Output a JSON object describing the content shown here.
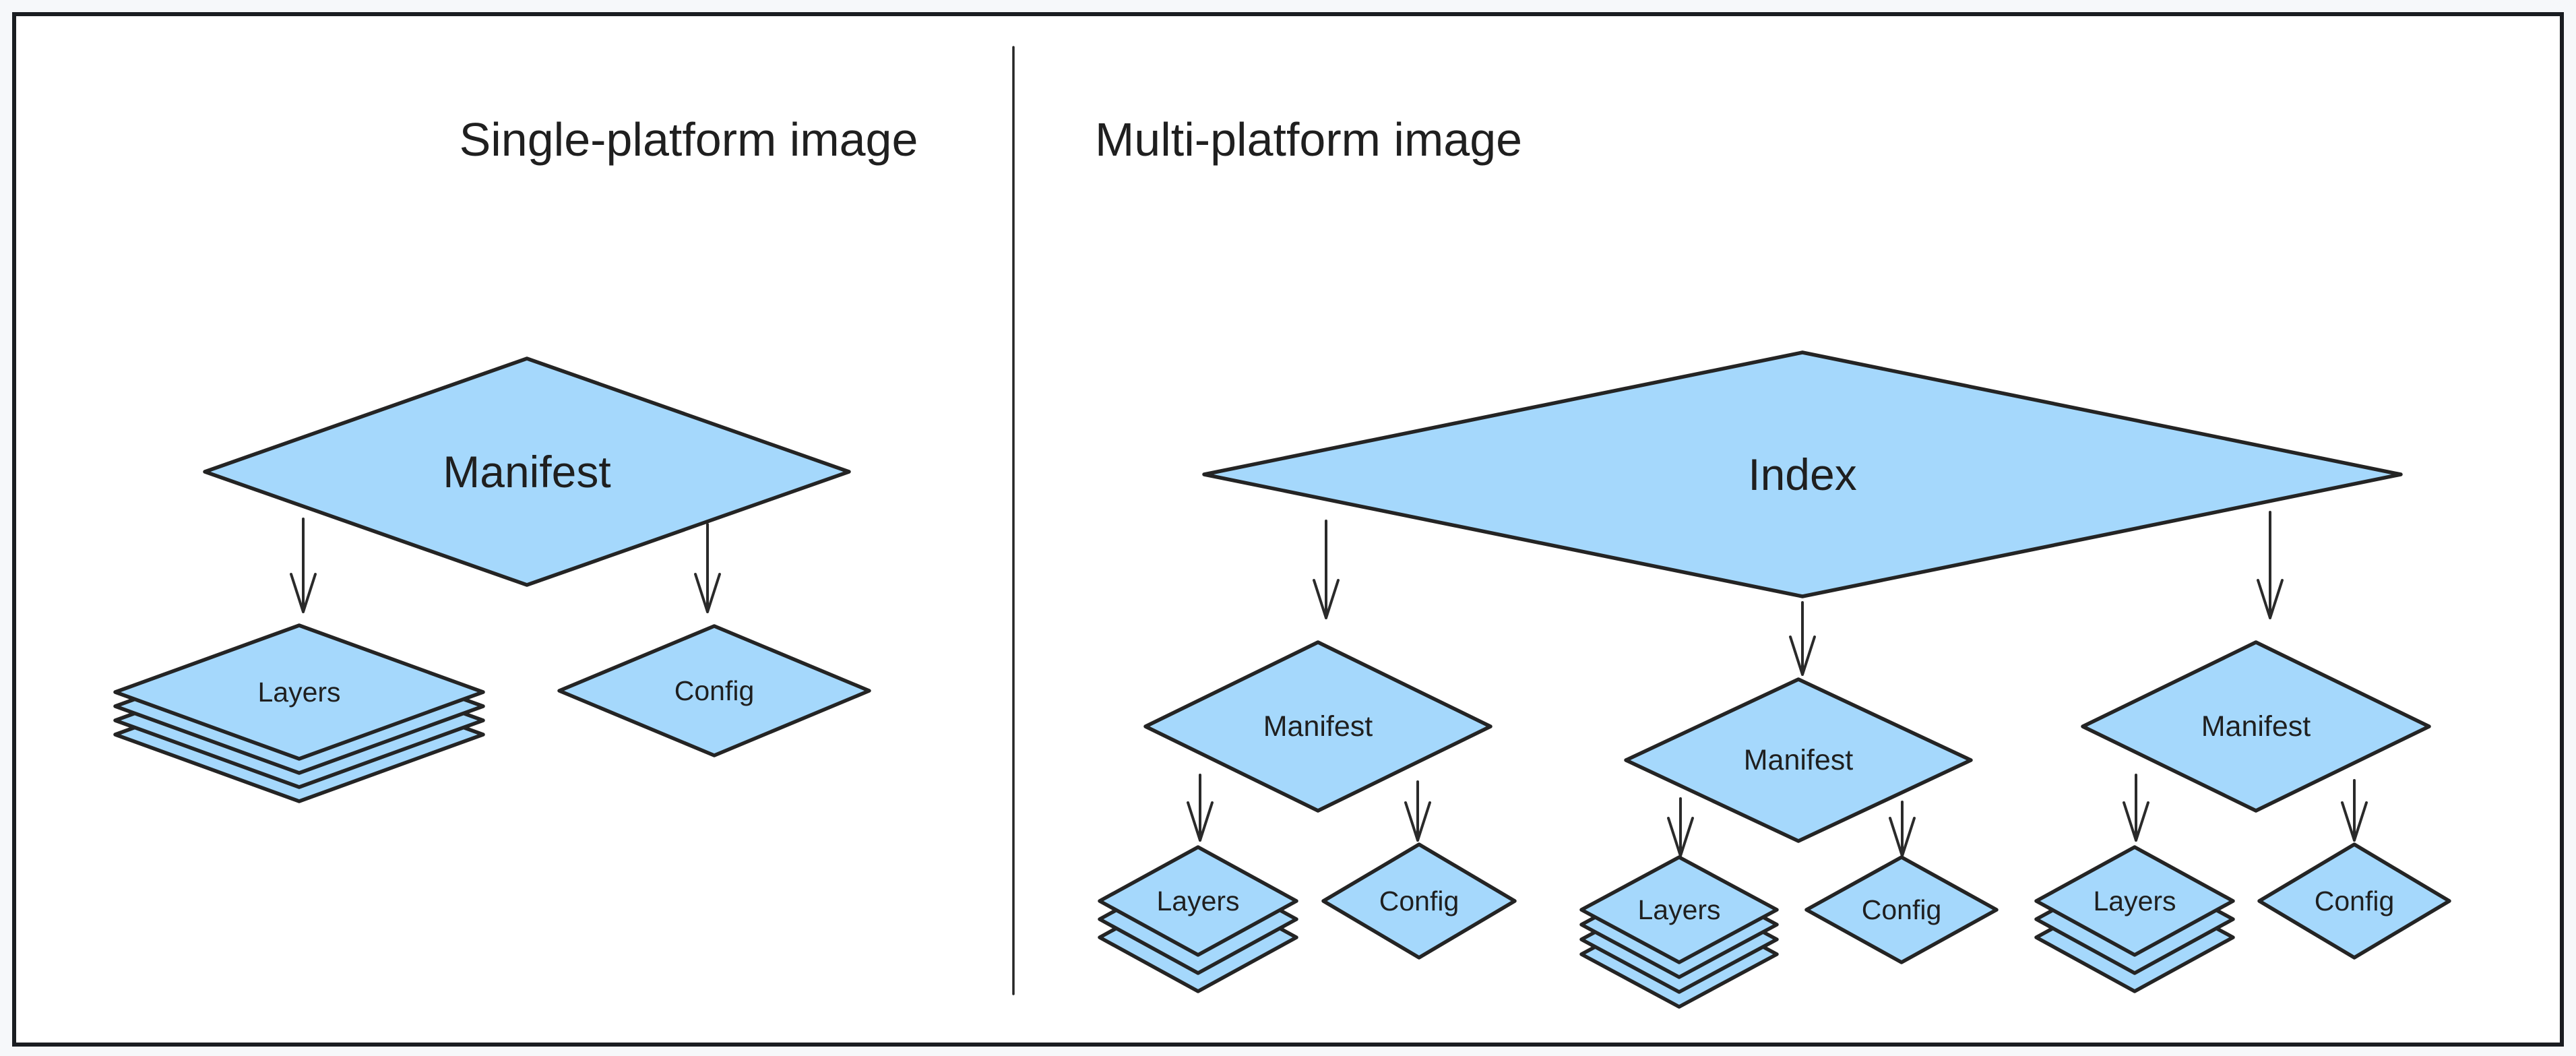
{
  "diagram": {
    "background_color": "#f6f8fa",
    "canvas_color": "#ffffff",
    "border_color": "#1a1d21",
    "divider_color": "#262626",
    "diamond_fill": "#a5d8fc",
    "diamond_stroke": "#242424",
    "line_color": "#2a2a2a",
    "text_color": "#1f1f1f"
  },
  "left_panel": {
    "title": "Single-platform image",
    "manifest": {
      "label": "Manifest"
    },
    "layers": {
      "label": "Layers",
      "stack_count": 4
    },
    "config": {
      "label": "Config"
    }
  },
  "right_panel": {
    "title": "Multi-platform image",
    "index": {
      "label": "Index"
    },
    "groups": [
      {
        "manifest_label": "Manifest",
        "layers_label": "Layers",
        "layers_stack_count": 3,
        "config_label": "Config"
      },
      {
        "manifest_label": "Manifest",
        "layers_label": "Layers",
        "layers_stack_count": 4,
        "config_label": "Config"
      },
      {
        "manifest_label": "Manifest",
        "layers_label": "Layers",
        "layers_stack_count": 3,
        "config_label": "Config"
      }
    ]
  }
}
